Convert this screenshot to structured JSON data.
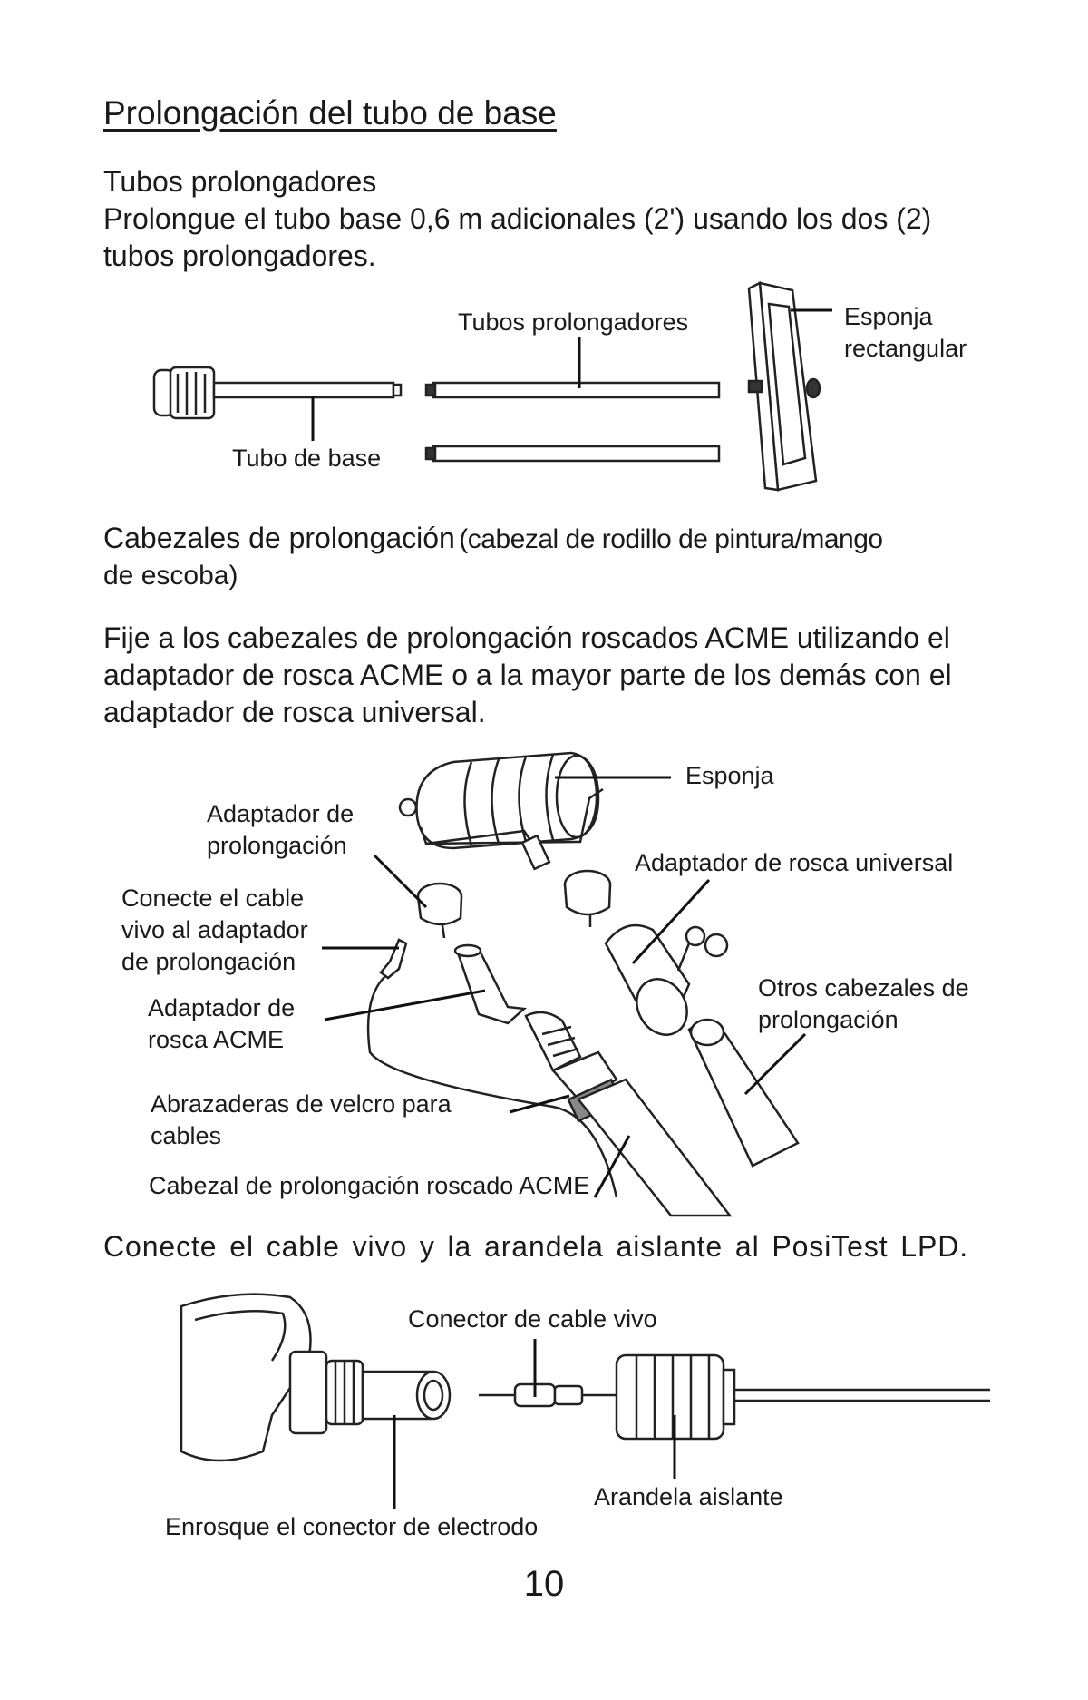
{
  "section_title": "Prolongación del tubo de base",
  "tubes": {
    "heading": "Tubos prolongadores",
    "text_line1": "Prolongue el tubo base 0,6 m adicionales (2') usando los dos (2)",
    "text_line2": "tubos prolongadores.",
    "figure": {
      "label_tubes": "Tubos prolongadores",
      "label_base": "Tubo de base",
      "label_sponge_line1": "Esponja",
      "label_sponge_line2": "rectangular"
    }
  },
  "heads": {
    "heading_large": "Cabezales de prolongación",
    "heading_small": "(cabezal de rodillo de pintura/mango",
    "heading_line2": "de escoba)",
    "text_line1": "Fije a los cabezales de prolongación roscados ACME utilizando el",
    "text_line2": "adaptador de rosca ACME o a la mayor parte de los demás con el",
    "text_line3": "adaptador de rosca universal.",
    "figure": {
      "esponja": "Esponja",
      "adapt_prol_1": "Adaptador de",
      "adapt_prol_2": "prolongación",
      "universal": "Adaptador de rosca universal",
      "conecte_1": "Conecte el cable",
      "conecte_2": "vivo al adaptador",
      "conecte_3": "de prolongación",
      "otros_1": "Otros cabezales de",
      "otros_2": "prolongación",
      "acme_1": "Adaptador de",
      "acme_2": "rosca ACME",
      "velcro_1": "Abrazaderas de velcro para",
      "velcro_2": "cables",
      "cabezal_acme": "Cabezal de prolongación roscado ACME"
    }
  },
  "connect": {
    "text": "Conecte el cable vivo y la arandela aislante al PosiTest LPD.",
    "figure": {
      "conector": "Conector de cable vivo",
      "arandela": "Arandela aislante",
      "enrosque": "Enrosque el conector de electrodo"
    }
  },
  "page_number": "10"
}
